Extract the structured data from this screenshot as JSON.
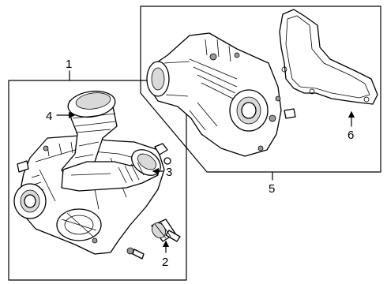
{
  "callouts": {
    "c1": "1",
    "c2": "2",
    "c3": "3",
    "c4": "4",
    "c5": "5",
    "c6": "6"
  },
  "colors": {
    "line": "#000000",
    "background": "#ffffff",
    "shade": "#d9d9d9"
  }
}
